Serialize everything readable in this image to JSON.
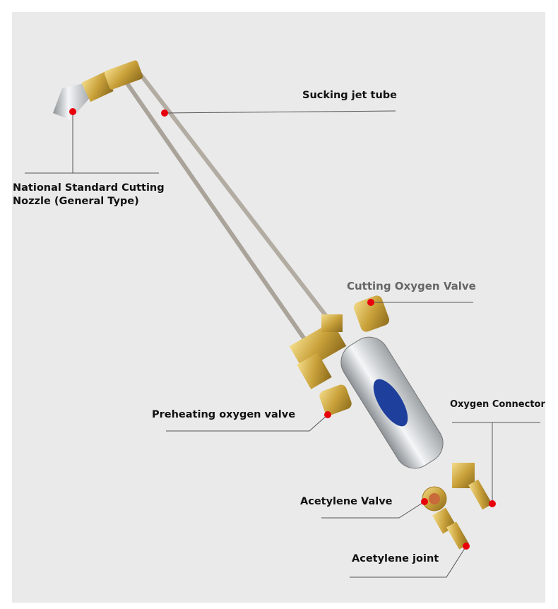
{
  "labels": {
    "sucking_jet_tube": "Sucking jet tube",
    "nozzle_line1": "National Standard Cutting",
    "nozzle_line2": "Nozzle (General Type)",
    "cutting_oxygen_valve": "Cutting Oxygen Valve",
    "preheating_oxygen_valve": "Preheating oxygen valve",
    "oxygen_connector": "Oxygen Connector",
    "acetylene_valve": "Acetylene Valve",
    "acetylene_joint": "Acetylene joint"
  },
  "colors": {
    "marker": "#e8000b",
    "leader_line": "#555555",
    "brass": "#c9a13a",
    "chrome": "#cfd3d6",
    "badge": "#1f3f9c"
  }
}
